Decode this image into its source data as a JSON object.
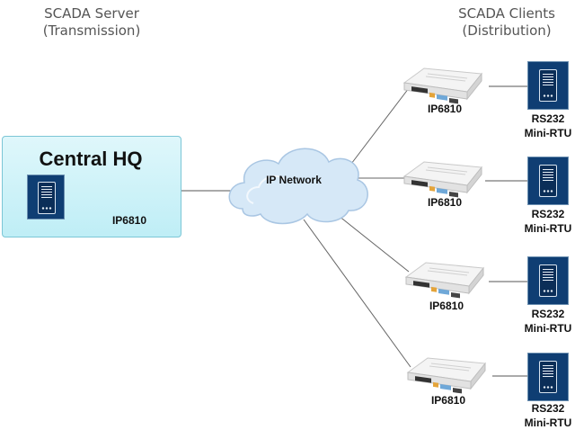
{
  "header_left": {
    "line1": "SCADA Server",
    "line2": "(Transmission)"
  },
  "header_right": {
    "line1": "SCADA Clients",
    "line2": "(Distribution)"
  },
  "hq": {
    "title": "Central HQ",
    "device_label": "IP6810"
  },
  "network": {
    "label": "IP Network"
  },
  "clients": [
    {
      "device_label": "IP6810",
      "rtu_line1": "RS232",
      "rtu_line2": "Mini-RTU"
    },
    {
      "device_label": "IP6810",
      "rtu_line1": "RS232",
      "rtu_line2": "Mini-RTU"
    },
    {
      "device_label": "IP6810",
      "rtu_line1": "RS232",
      "rtu_line2": "Mini-RTU"
    },
    {
      "device_label": "IP6810",
      "rtu_line1": "RS232",
      "rtu_line2": "Mini-RTU"
    }
  ],
  "colors": {
    "hq_fill": "#c8f1f7",
    "rtu_fill": "#0f3e73",
    "cloud_fill": "#cfe3f5",
    "link": "#555555"
  }
}
